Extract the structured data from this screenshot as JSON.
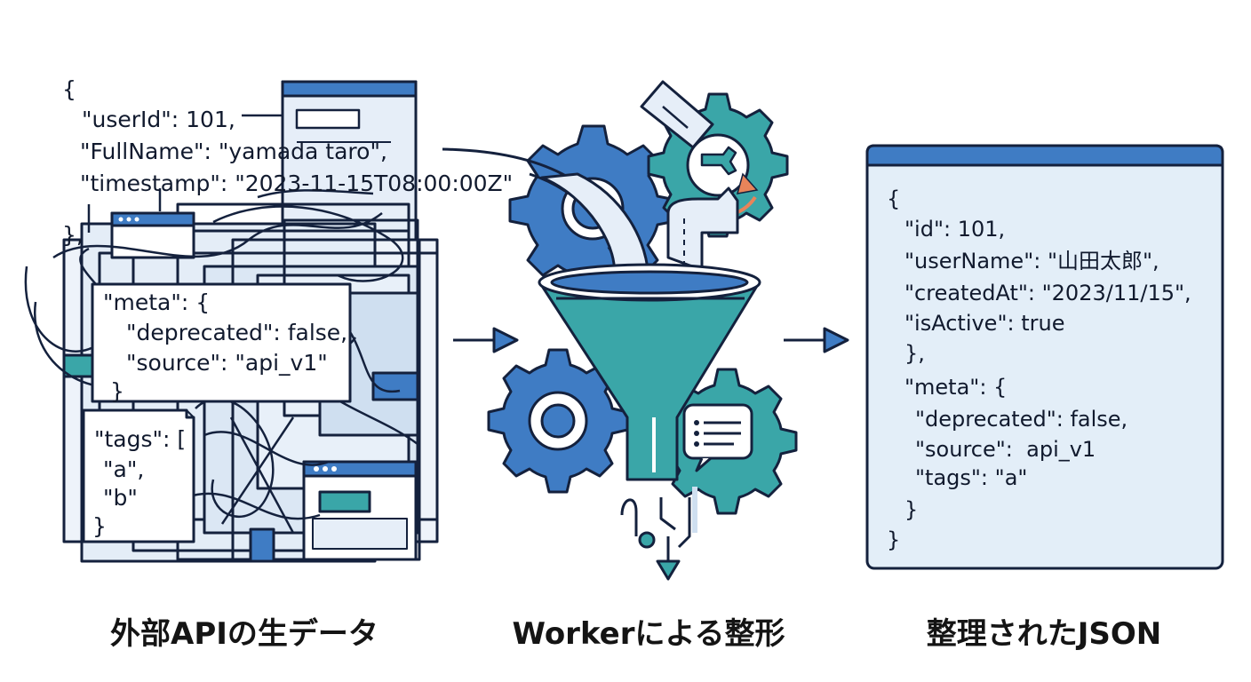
{
  "raw": {
    "lines": [
      "{",
      "\"userId\": 101,",
      "\"FullName\": \"yamada taro\",",
      "\"timestamp\": \"2023-11-15T08:00:00Z\"",
      "},",
      "\"meta\": {",
      "\"deprecated\": false,",
      "\"source\": \"api_v1\"",
      "}",
      "\"tags\": [",
      "\"a\",",
      "\"b\"",
      "}"
    ]
  },
  "output": {
    "lines": [
      "{",
      "\"id\": 101,",
      "\"userName\": \"山田太郎\",",
      "\"createdAt\": \"2023/11/15\",",
      "\"isActive\": true",
      "},",
      "\"meta\": {",
      "\"deprecated\": false,",
      "\"source\":  api_v1",
      "\"tags\": \"a\"",
      "}",
      "}"
    ]
  },
  "captions": {
    "raw": "外部APIの生データ",
    "worker": "Workerによる整形",
    "output": "整理されたJSON"
  },
  "colors": {
    "navy": "#14213d",
    "blue": "#3f7cc4",
    "teal": "#3aa6a8",
    "light_blue": "#e3eef8",
    "orange": "#e8845a"
  }
}
